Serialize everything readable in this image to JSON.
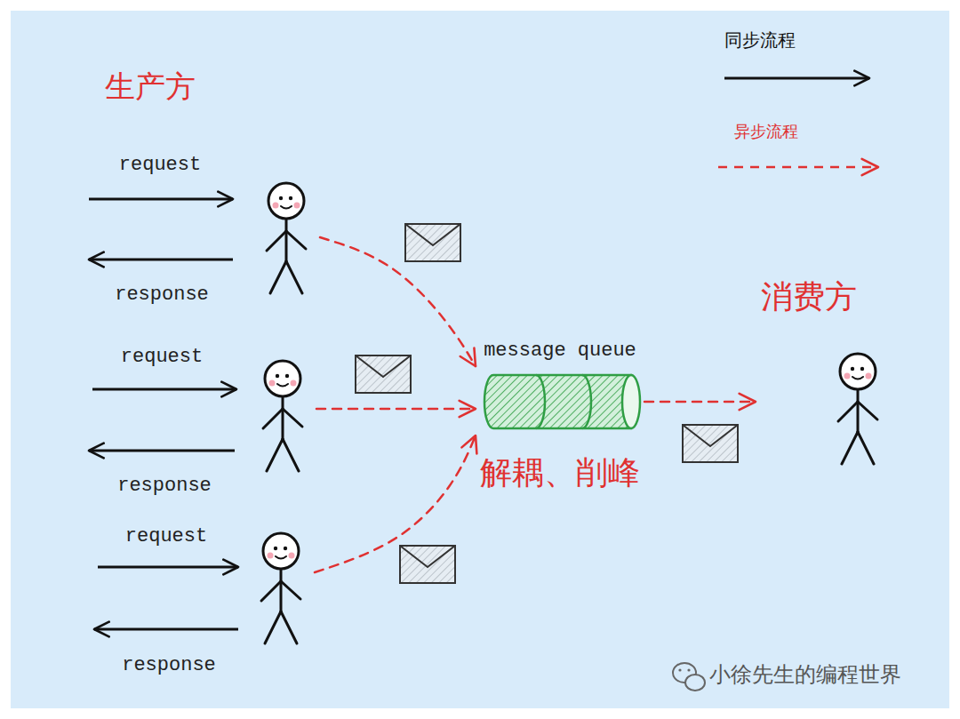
{
  "diagram": {
    "nodes": [
      {
        "text": []
      },
      {
        "text": []
      },
      {
        "text": []
      },
      {
        "text": [
          "message queue",
          "解耦、削峰"
        ]
      },
      {
        "text": [
          "消费方"
        ]
      }
    ],
    "edges": [
      {
        "from": 0,
        "to": 3,
        "arrow": "to"
      },
      {
        "from": 1,
        "to": 3,
        "arrow": "to"
      },
      {
        "from": 2,
        "to": 3,
        "arrow": "to"
      },
      {
        "from": 3,
        "to": 4,
        "arrow": "to"
      }
    ],
    "labels": [
      "生产方",
      "request",
      "response",
      "request",
      "response",
      "request",
      "response",
      "小徐先生的编程世界"
    ],
    "legend": [
      {
        "text": "同步流程"
      },
      {
        "text": "异步流程"
      }
    ]
  }
}
